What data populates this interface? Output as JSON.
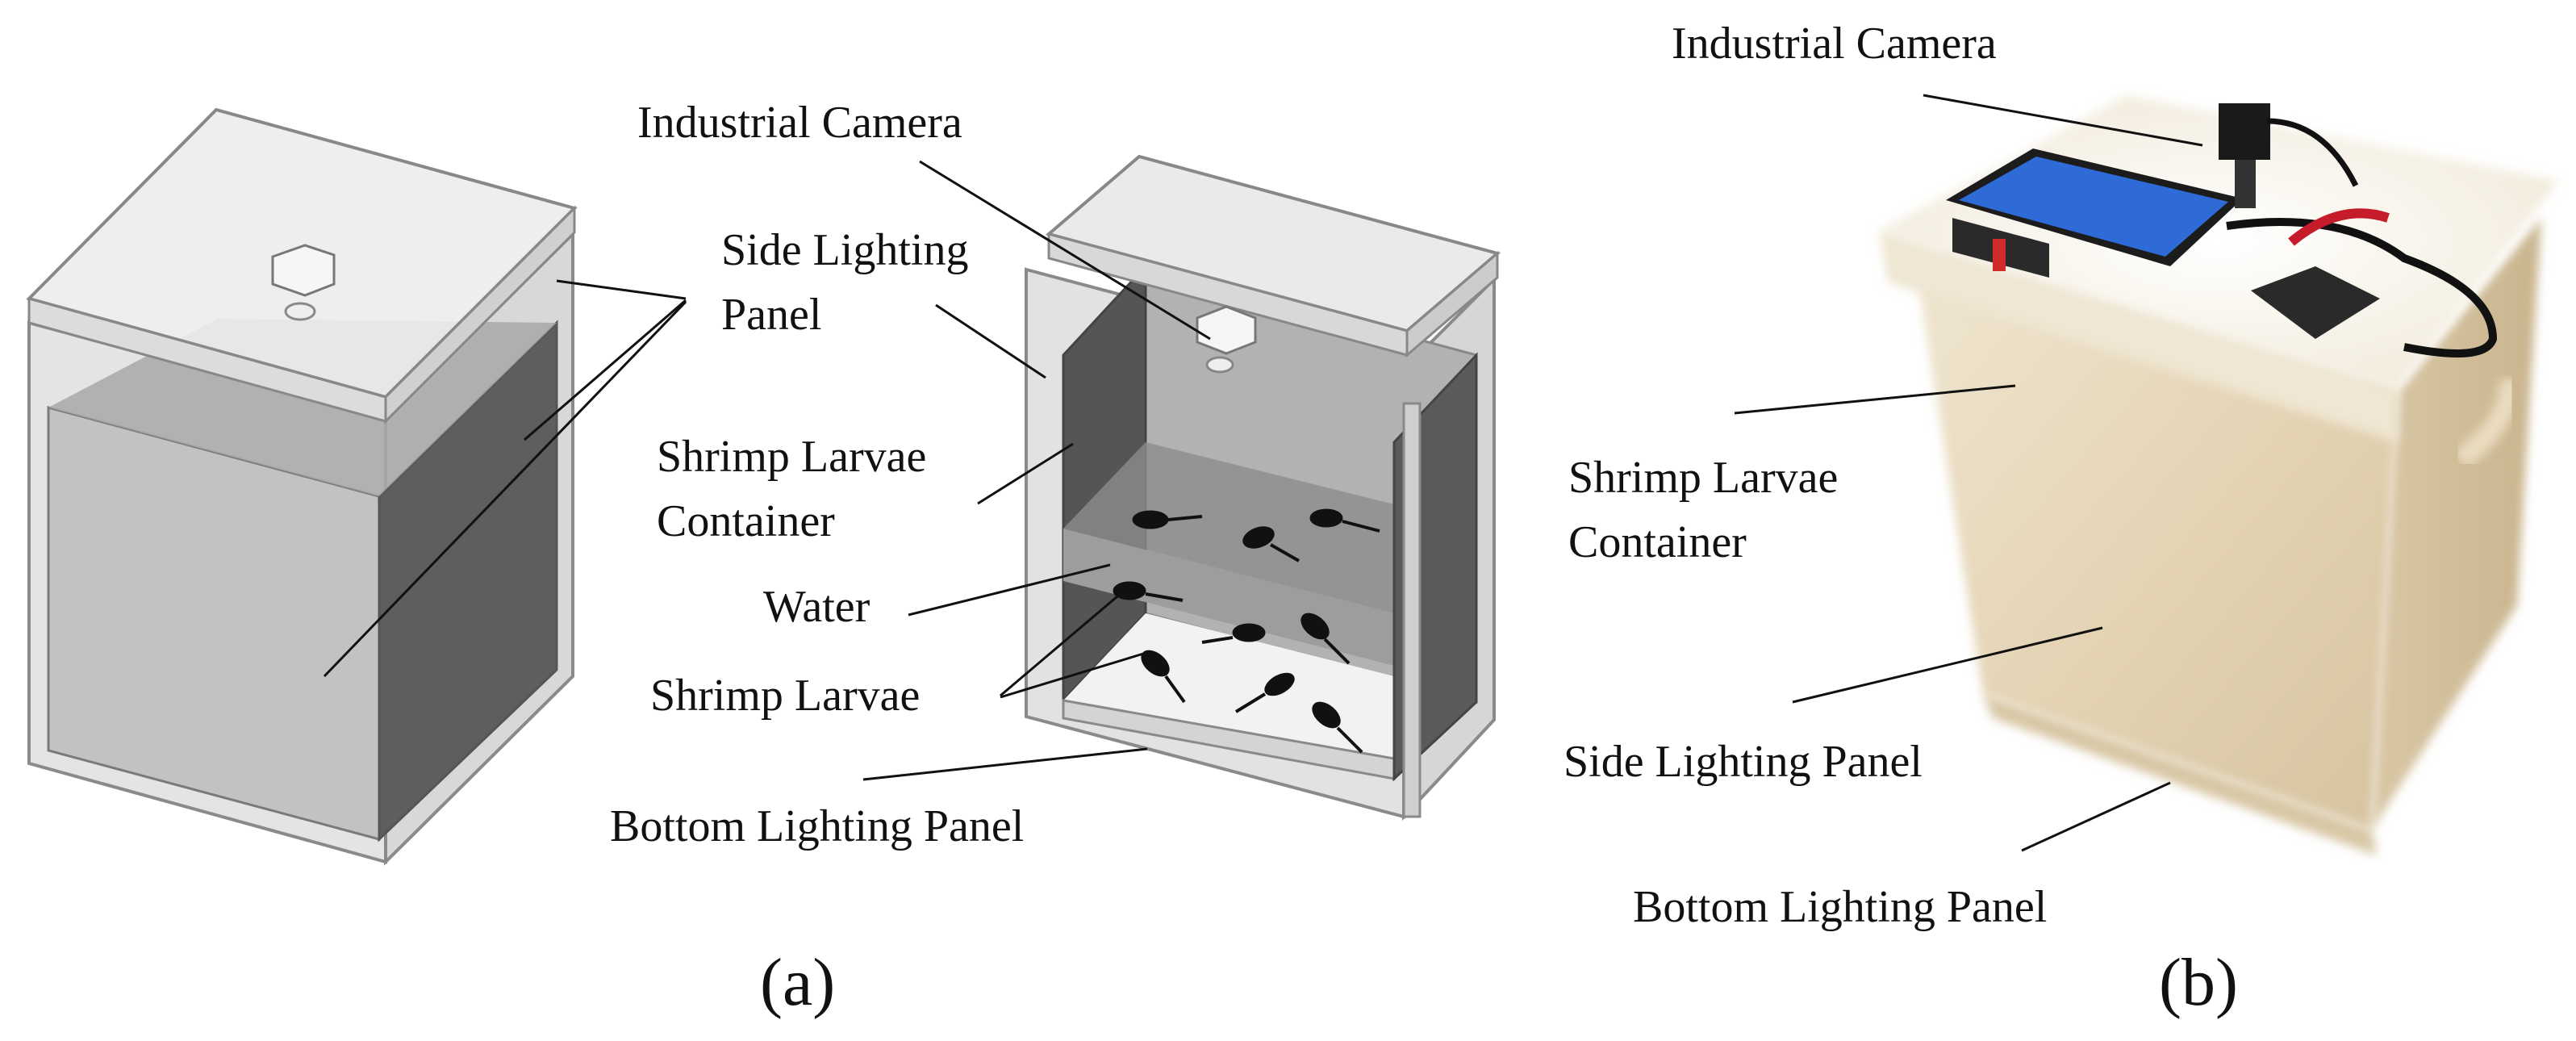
{
  "panel_a": {
    "caption": "(a)",
    "labels": {
      "industrial_camera": "Industrial Camera",
      "side_lighting_panel_line1": "Side Lighting",
      "side_lighting_panel_line2": "Panel",
      "container_line1": "Shrimp Larvae",
      "container_line2": "Container",
      "water": "Water",
      "shrimp_larvae": "Shrimp Larvae",
      "bottom_lighting_panel": "Bottom Lighting Panel"
    }
  },
  "panel_b": {
    "caption": "(b)",
    "labels": {
      "industrial_camera": "Industrial Camera",
      "container_line1": "Shrimp Larvae",
      "container_line2": "Container",
      "side_lighting_panel": "Side Lighting Panel",
      "bottom_lighting_panel": "Bottom Lighting Panel"
    }
  },
  "colors": {
    "line": "#111111",
    "frame": "#8a8a8a",
    "glass": "#e6e6e6",
    "dark_wall": "#5a5a5a",
    "mid_wall": "#9a9a9a",
    "light_wall": "#c4c4c4",
    "larva": "#111111",
    "photo_body": "#e9dcc2",
    "photo_lid": "#f3ede0"
  }
}
